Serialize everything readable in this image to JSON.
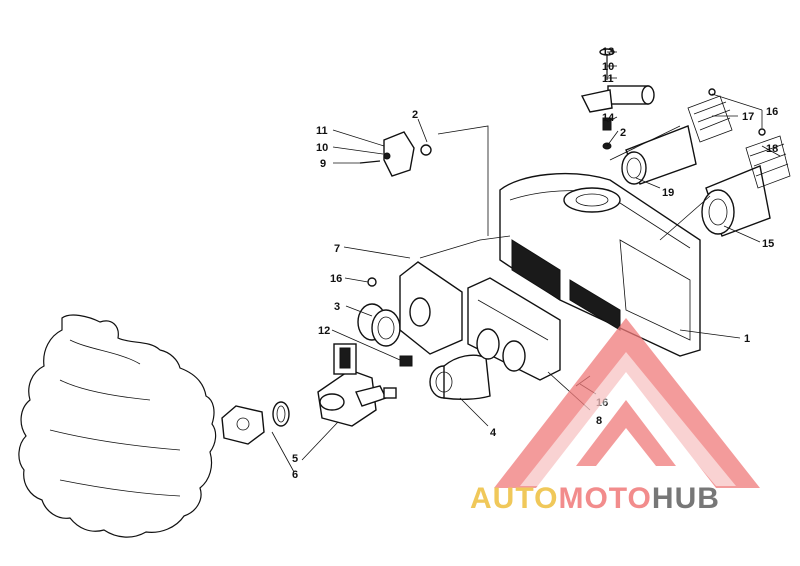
{
  "callouts": [
    {
      "id": "c1",
      "text": "1"
    },
    {
      "id": "c2a",
      "text": "2"
    },
    {
      "id": "c2b",
      "text": "2"
    },
    {
      "id": "c3",
      "text": "3"
    },
    {
      "id": "c4",
      "text": "4"
    },
    {
      "id": "c5",
      "text": "5"
    },
    {
      "id": "c6",
      "text": "6"
    },
    {
      "id": "c7",
      "text": "7"
    },
    {
      "id": "c8",
      "text": "8"
    },
    {
      "id": "c9",
      "text": "9"
    },
    {
      "id": "c10a",
      "text": "10"
    },
    {
      "id": "c10b",
      "text": "10"
    },
    {
      "id": "c11a",
      "text": "11"
    },
    {
      "id": "c11b",
      "text": "11"
    },
    {
      "id": "c12",
      "text": "12"
    },
    {
      "id": "c13",
      "text": "13"
    },
    {
      "id": "c14",
      "text": "14"
    },
    {
      "id": "c15",
      "text": "15"
    },
    {
      "id": "c16a",
      "text": "16"
    },
    {
      "id": "c16b",
      "text": "16"
    },
    {
      "id": "c16c",
      "text": "16"
    },
    {
      "id": "c17",
      "text": "17"
    },
    {
      "id": "c18",
      "text": "18"
    },
    {
      "id": "c19",
      "text": "19"
    }
  ],
  "watermark": {
    "part1": "AUTO",
    "part2": "MOTO",
    "part3": "HUB",
    "colors": {
      "triangle": "#f07a7a",
      "auto": "#f0c85a",
      "moto": "#f28c8c",
      "hub": "#777777"
    }
  }
}
